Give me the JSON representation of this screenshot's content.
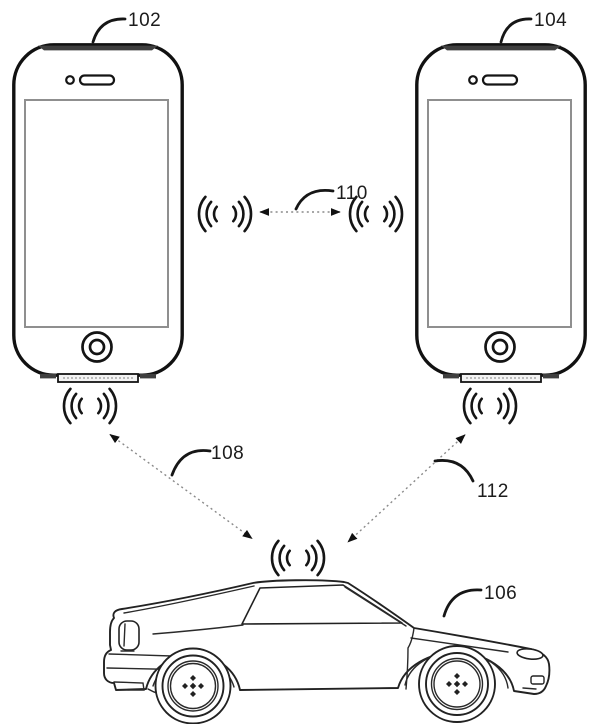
{
  "figure": {
    "description": "Patent-style line drawing: two smartphones in wireless communication with each other and with a vehicle",
    "background": "#ffffff"
  },
  "colors": {
    "line": "#1a1a1a",
    "screen_border": "#8f8f8f",
    "top_band_fill": "#3f3f3f",
    "dashed_link": "#8a8a8a"
  },
  "labels": {
    "phone_left": "102",
    "phone_right": "104",
    "car": "106",
    "link_phone_left_car": "108",
    "link_phone_to_phone": "110",
    "link_phone_right_car": "112"
  },
  "icons": {
    "smartphone": "outline smartphone with earpiece, camera, screen, home button, dock connector",
    "wireless_signal": "nested-arcs ((( ))) radio emission symbol",
    "link_arrow": "dashed double-headed arrow",
    "car": "outline coupe car side view with spoked wheels"
  },
  "links": [
    {
      "label": "110",
      "from": "102",
      "to": "104",
      "style": "dashed-double-arrow"
    },
    {
      "label": "108",
      "from": "102",
      "to": "106",
      "style": "dashed-double-arrow"
    },
    {
      "label": "112",
      "from": "104",
      "to": "106",
      "style": "dashed-double-arrow"
    }
  ]
}
